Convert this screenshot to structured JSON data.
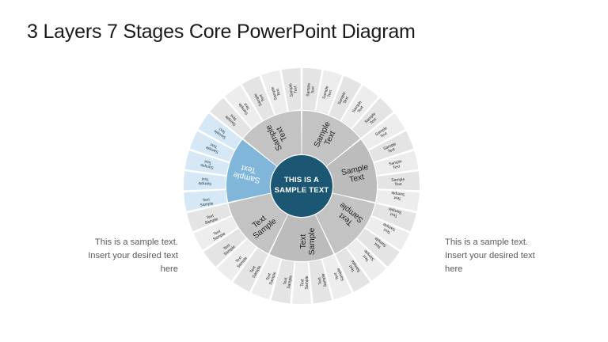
{
  "slide": {
    "title": "3 Layers 7 Stages Core PowerPoint Diagram",
    "background_color": "#ffffff"
  },
  "diagram": {
    "type": "concentric-radial-sunburst",
    "layers": 3,
    "stages": 7,
    "center": {
      "label": "THIS IS A SAMPLE TEXT",
      "fill_color": "#1b5673",
      "text_color": "#ffffff"
    },
    "middle_ring": {
      "segment_count": 7,
      "gray_fill": "#c3c3c3",
      "gray_fill_alt": "#bcbcbc",
      "highlight_fill": "#7fb6da",
      "text_color": "#1f1f1f",
      "highlight_text_color": "#ffffff",
      "segments": [
        {
          "label": "Sample Text",
          "highlighted": false
        },
        {
          "label": "Sample Text",
          "highlighted": false
        },
        {
          "label": "Sample Text",
          "highlighted": false
        },
        {
          "label": "Sample Text",
          "highlighted": false
        },
        {
          "label": "Sample Text",
          "highlighted": false
        },
        {
          "label": "Sample Text",
          "highlighted": true
        },
        {
          "label": "Sample Text",
          "highlighted": false
        }
      ]
    },
    "outer_ring": {
      "segment_count": 35,
      "segments_per_stage": 5,
      "gray_fill": "#e4e4e4",
      "gray_fill_alt": "#ededed",
      "highlight_fill": "#d6e8f5",
      "text_color": "#1f1f1f",
      "label": "Sample Text"
    },
    "separator_color": "#ffffff"
  },
  "annotations": {
    "left": "This is a sample text. Insert your desired text here",
    "right": "This is a sample text. Insert your desired text here"
  }
}
